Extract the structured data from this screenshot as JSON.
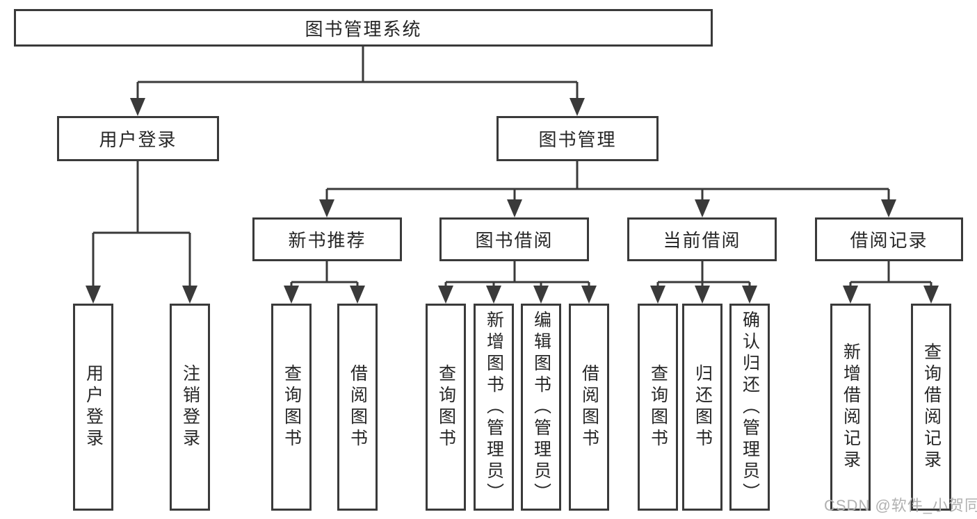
{
  "nodes": {
    "root": "图书管理系统",
    "user_login": "用户登录",
    "book_mgmt": "图书管理",
    "new_book_rec": "新书推荐",
    "book_borrow": "图书借阅",
    "current_borrow": "当前借阅",
    "borrow_records": "借阅记录",
    "leaves": {
      "user_login_leaf": "用户登录",
      "logout": "注销登录",
      "nb_query": "查询图书",
      "nb_borrow": "借阅图书",
      "bb_query": "查询图书",
      "bb_add": "新增图书（管理员）",
      "bb_edit": "编辑图书（管理员）",
      "bb_borrow": "借阅图书",
      "cb_query": "查询图书",
      "cb_return": "归还图书",
      "cb_confirm": "确认归还（管理员）",
      "br_add": "新增借阅记录",
      "br_query": "查询借阅记录"
    }
  },
  "colors": {
    "line": "#3a3a3a",
    "text": "#262626",
    "watermark": "#b1b1b1"
  },
  "watermark": "CSDN @软件_小贺同学"
}
